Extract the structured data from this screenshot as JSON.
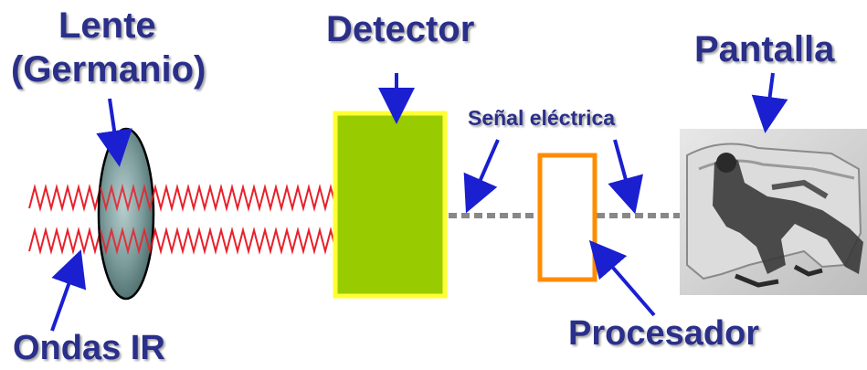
{
  "labels": {
    "lens_line1": "Lente",
    "lens_line2": "(Germanio)",
    "detector": "Detector",
    "signal": "Señal eléctrica",
    "screen": "Pantalla",
    "processor": "Procesador",
    "waves": "Ondas IR"
  },
  "colors": {
    "label_text": "#2a2f8a",
    "arrow": "#1a1fd0",
    "wave": "#e8202a",
    "detector_fill": "#99cc00",
    "detector_border": "#ffff33",
    "processor_border": "#ff8c00",
    "signal_dashes": "#888888",
    "lens_fill": "#7a9a9a"
  },
  "screen_image": {
    "description_icon": "thermal-image-of-person-on-sofa"
  }
}
